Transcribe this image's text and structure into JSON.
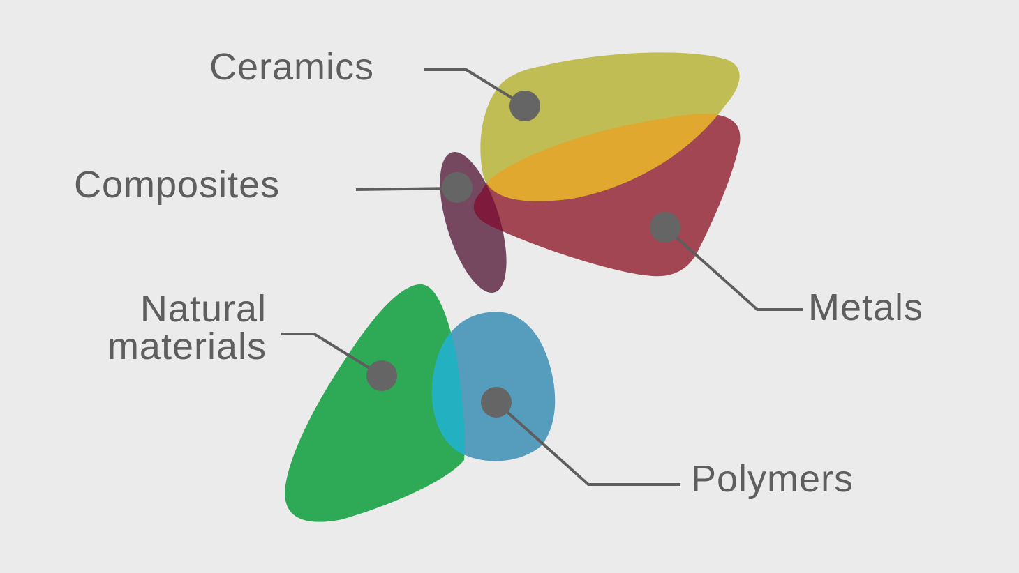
{
  "categories": [
    {
      "id": "ceramics",
      "label": "Ceramics",
      "color": "#b8b33a"
    },
    {
      "id": "composites",
      "label": "Composites",
      "color": "#6a3352"
    },
    {
      "id": "metals",
      "label": "Metals",
      "color": "#9a3440"
    },
    {
      "id": "natural",
      "label_line1": "Natural",
      "label_line2": "materials",
      "color": "#22a64a"
    },
    {
      "id": "polymers",
      "label": "Polymers",
      "color": "#4a98bb"
    }
  ],
  "colors": {
    "background": "#ebebeb",
    "text": "#5e5e5e",
    "marker": "#656565",
    "overlap_ceramics_metals": "#e0a82e",
    "overlap_composites_metals": "#7a1a3a",
    "overlap_natural_polymers": "#23b0c0"
  }
}
